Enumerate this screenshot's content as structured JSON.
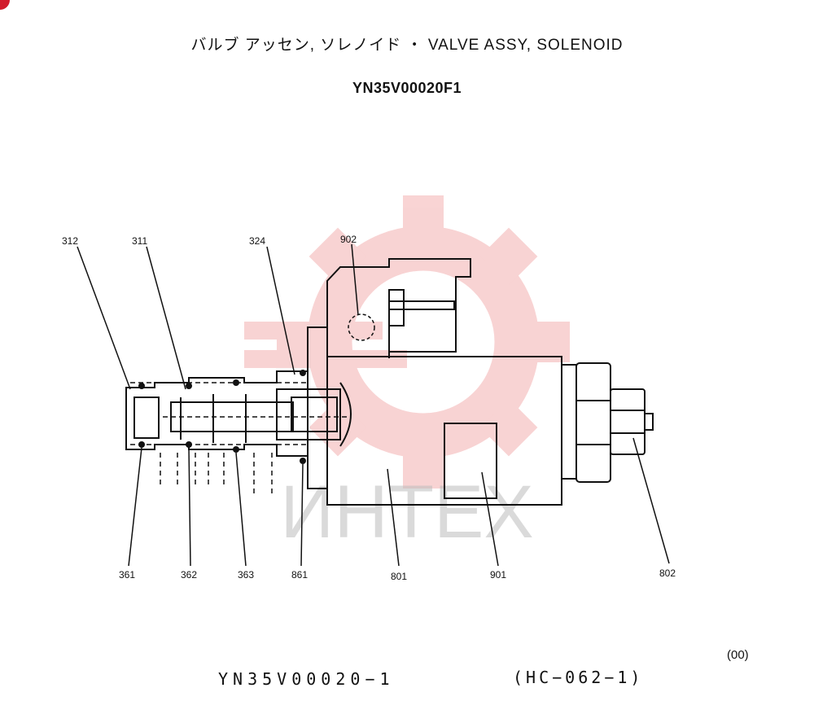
{
  "header": {
    "title": "バルブ アッセン, ソレノイド ・ VALVE ASSY, SOLENOID",
    "part_number": "YN35V00020F1"
  },
  "callouts": [
    {
      "id": "312",
      "label": "312"
    },
    {
      "id": "311",
      "label": "311"
    },
    {
      "id": "324",
      "label": "324"
    },
    {
      "id": "902",
      "label": "902"
    },
    {
      "id": "361",
      "label": "361"
    },
    {
      "id": "362",
      "label": "362"
    },
    {
      "id": "363",
      "label": "363"
    },
    {
      "id": "861",
      "label": "861"
    },
    {
      "id": "801",
      "label": "801"
    },
    {
      "id": "901",
      "label": "901"
    },
    {
      "id": "802",
      "label": "802"
    }
  ],
  "footer": {
    "drawing_number": "YN35V00020−1",
    "reference": "(HC−062−1)",
    "revision": "(00)"
  },
  "watermark": {
    "text": "ИНТЕХ",
    "color": "#e23a3a"
  }
}
